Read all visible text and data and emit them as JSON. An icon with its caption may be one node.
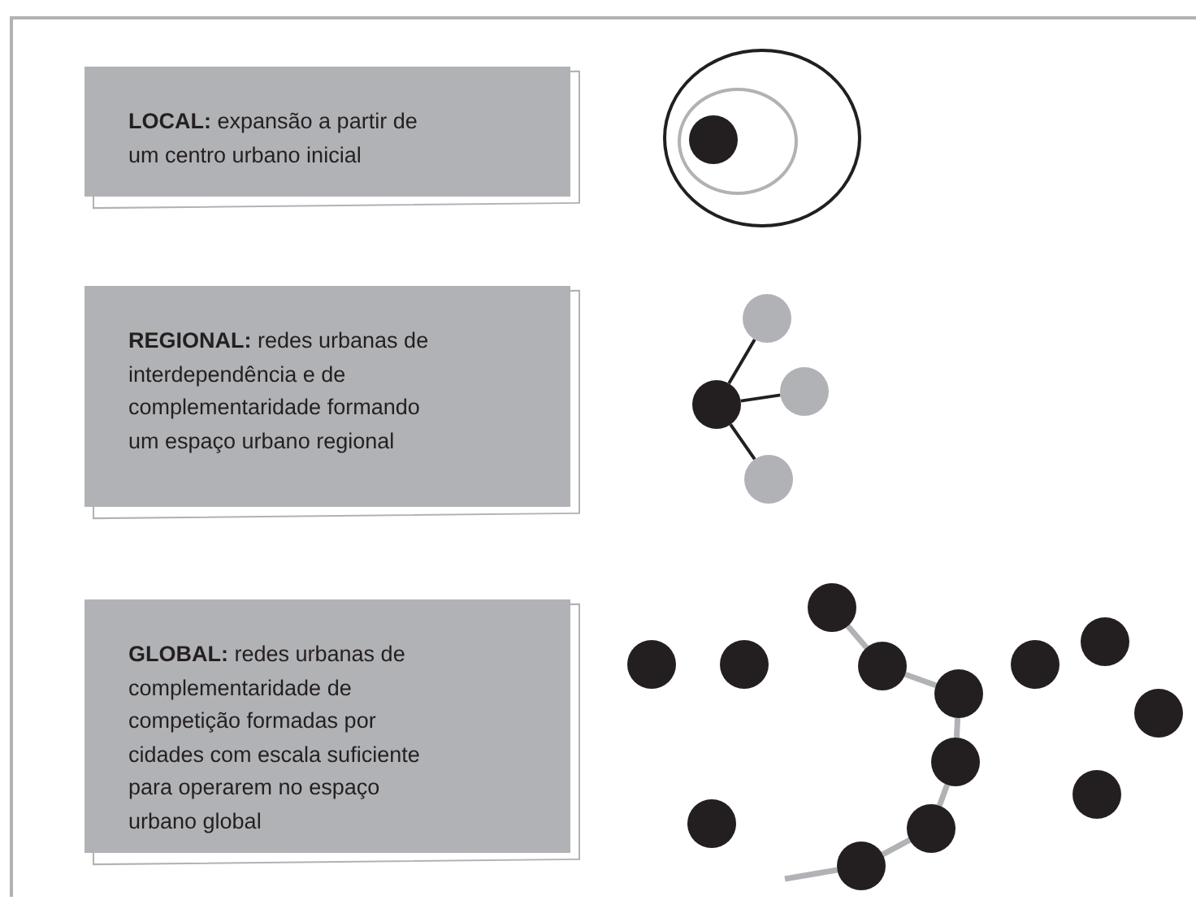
{
  "diagram": {
    "nodes": [
      {
        "text": [
          "**LOCAL:** expansão a partir de um centro urbano inicial"
        ]
      },
      {
        "text": [
          "**REGIONAL:** redes urbanas de interdependência e de complementaridade formando um espaço urbano regional"
        ]
      },
      {
        "text": [
          "**GLOBAL:** redes urbanas de complementaridade de competição formadas por cidades com escala suficiente para operarem no espaço urbano global"
        ]
      },
      {
        "text": [],
        "shape": "circle"
      },
      {
        "text": [],
        "shape": "circle",
        "in": 3
      },
      {
        "text": [],
        "shape": "circle",
        "in": 4
      },
      {
        "text": [],
        "shape": "circle"
      },
      {
        "text": [],
        "shape": "circle"
      },
      {
        "text": [],
        "shape": "circle"
      },
      {
        "text": [],
        "shape": "circle"
      },
      {
        "text": [],
        "shape": "circle"
      },
      {
        "text": [],
        "shape": "circle"
      },
      {
        "text": [],
        "shape": "circle"
      },
      {
        "text": [],
        "shape": "circle"
      },
      {
        "text": [],
        "shape": "circle"
      },
      {
        "text": [],
        "shape": "circle"
      },
      {
        "text": [],
        "shape": "circle"
      },
      {
        "text": [],
        "shape": "circle"
      },
      {
        "text": [],
        "shape": "circle"
      },
      {
        "text": [],
        "shape": "circle"
      },
      {
        "text": [],
        "shape": "circle"
      },
      {
        "text": [],
        "shape": "circle"
      },
      {
        "text": [],
        "shape": "circle"
      }
    ],
    "edges": [
      {
        "from": 6,
        "to": 7,
        "arrow": "none",
        "color": "#231f20"
      },
      {
        "from": 6,
        "to": 8,
        "arrow": "none",
        "color": "#231f20"
      },
      {
        "from": 6,
        "to": 9,
        "arrow": "none",
        "color": "#231f20"
      },
      {
        "from": 12,
        "to": 13,
        "arrow": "none"
      },
      {
        "from": 13,
        "to": 14,
        "arrow": "none"
      },
      {
        "from": 14,
        "to": 17,
        "arrow": "none"
      },
      {
        "from": 17,
        "to": 21,
        "arrow": "none"
      },
      {
        "from": 21,
        "to": 22,
        "arrow": "none"
      },
      {
        "from": 22,
        "to": null,
        "arrow": "none"
      }
    ]
  }
}
